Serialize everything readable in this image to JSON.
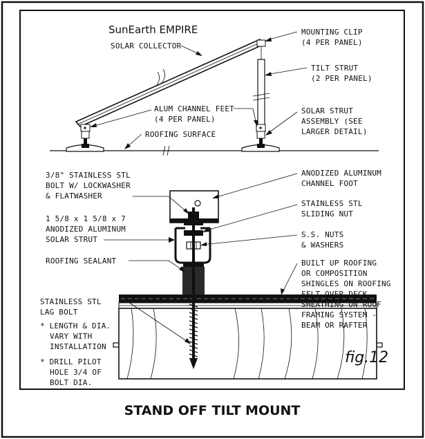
{
  "diagram": {
    "overview": {
      "collector_name": "SunEarth EMPIRE",
      "collector_label": "SOLAR COLLECTOR",
      "mounting_clip": [
        "MOUNTING CLIP",
        "(4 PER PANEL)"
      ],
      "tilt_strut": [
        "TILT STRUT",
        "(2 PER PANEL)"
      ],
      "channel_feet": [
        "ALUM CHANNEL FEET",
        "(4 PER PANEL)"
      ],
      "strut_assembly": [
        "SOLAR STRUT",
        "ASSEMBLY (SEE",
        "LARGER DETAIL)"
      ],
      "roofing_surface": "ROOFING SURFACE"
    },
    "detail": {
      "bolt": [
        "3/8\" STAINLESS STL",
        "BOLT W/ LOCKWASHER",
        "& FLATWASHER"
      ],
      "channel_foot": [
        "ANODIZED ALUMINUM",
        "CHANNEL FOOT"
      ],
      "sliding_nut": [
        "STAINLESS STL",
        "SLIDING NUT"
      ],
      "solar_strut": [
        "1 5/8 x 1 5/8 x 7",
        "ANODIZED ALUMINUM",
        "SOLAR STRUT"
      ],
      "nuts_washers": [
        "S.S. NUTS",
        "& WASHERS"
      ],
      "roofing_sealant": "ROOFING SEALANT",
      "roofing_build": [
        "BUILT UP ROOFING",
        "OR COMPOSITION",
        "SHINGLES ON ROOFING",
        "FELT OVER DECK",
        "SHEATHING ON ROOF",
        "FRAMING SYSTEM -",
        "BEAM OR RAFTER"
      ],
      "lag_bolt": [
        "STAINLESS STL",
        "LAG BOLT"
      ],
      "note_length": [
        "* LENGTH & DIA.",
        "VARY WITH",
        "INSTALLATION"
      ],
      "note_drill": [
        "* DRILL PILOT",
        "HOLE 3/4 OF",
        "BOLT DIA."
      ]
    },
    "figure_label": "fig.12",
    "caption": "STAND OFF TILT MOUNT"
  }
}
